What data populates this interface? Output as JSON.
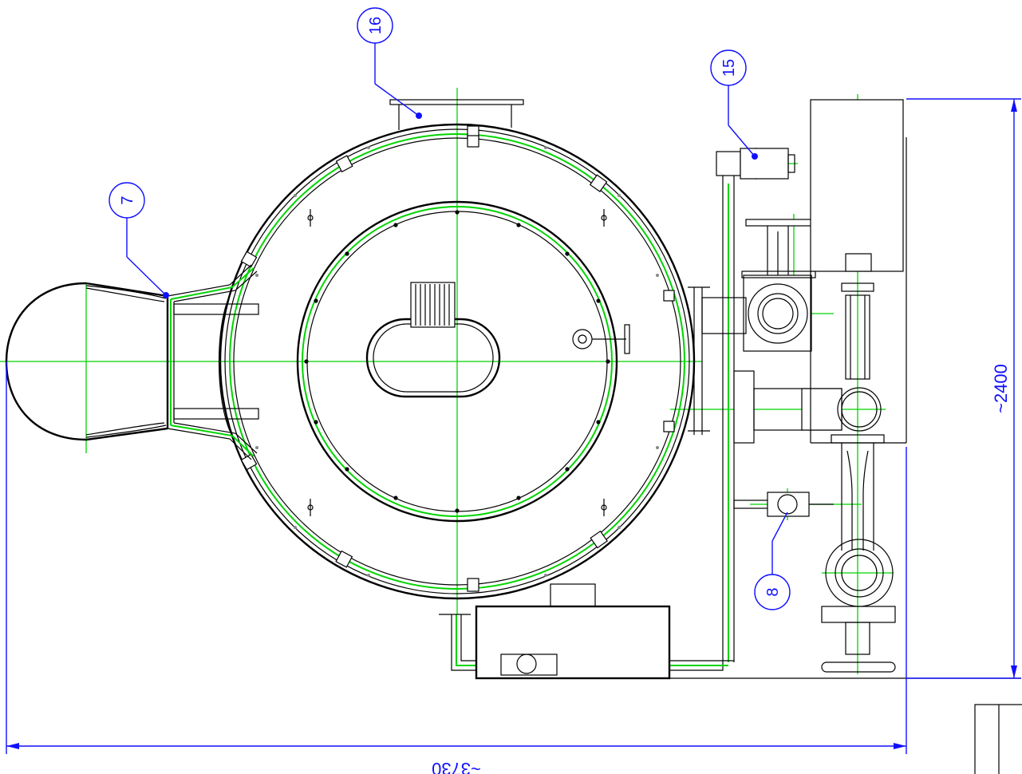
{
  "drawing": {
    "balloons": [
      {
        "id": "16",
        "label": "16"
      },
      {
        "id": "15",
        "label": "15"
      },
      {
        "id": "7",
        "label": "7"
      },
      {
        "id": "8",
        "label": "8"
      }
    ],
    "dimensions": {
      "height": "~2400",
      "width": "~3730"
    },
    "colors": {
      "outline": "#000000",
      "centerlines": "#00d400",
      "annotations": "#1010ff"
    }
  }
}
